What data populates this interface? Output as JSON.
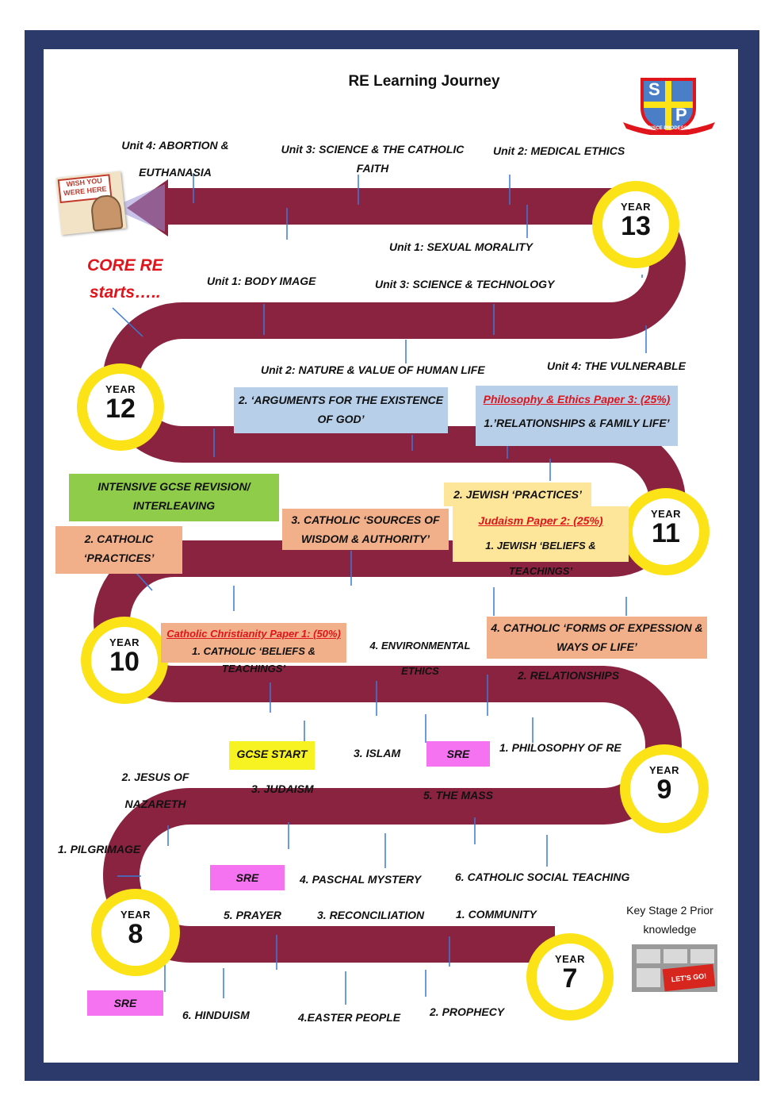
{
  "title": "RE Learning Journey",
  "core_re": [
    "CORE RE",
    "starts….."
  ],
  "years": [
    "YEAR",
    "13",
    "12",
    "11",
    "10",
    "9",
    "8",
    "7"
  ],
  "year13": {
    "unit4": [
      "Unit 4: ABORTION &",
      "EUTHANASIA"
    ],
    "unit3": [
      "Unit 3: SCIENCE & THE CATHOLIC",
      "FAITH"
    ],
    "unit2": "Unit 2: MEDICAL ETHICS",
    "unit1": "Unit 1: SEXUAL MORALITY"
  },
  "year12": {
    "unit1": "Unit 1:  BODY IMAGE",
    "unit3": "Unit 3: SCIENCE & TECHNOLOGY",
    "unit2": "Unit 2: NATURE & VALUE OF HUMAN LIFE",
    "unit4": "Unit 4: THE VULNERABLE"
  },
  "year11": {
    "arguments": [
      "2. ‘ARGUMENTS FOR THE EXISTENCE",
      "OF GOD’"
    ],
    "pe_paper": "Philosophy & Ethics Paper 3: (25%)",
    "relationships_family": "1.’RELATIONSHIPS & FAMILY LIFE’",
    "revision": [
      "INTENSIVE GCSE REVISION/",
      "INTERLEAVING"
    ],
    "jewish_practices": "2. JEWISH ‘PRACTICES’",
    "judaism_paper": "Judaism Paper 2: (25%)",
    "jewish_beliefs": "1. JEWISH ‘BELIEFS & TEACHINGS’",
    "sources": [
      "3. CATHOLIC ‘SOURCES OF",
      "WISDOM & AUTHORITY’"
    ],
    "catholic_practices": [
      "2. CATHOLIC",
      "‘PRACTICES’"
    ]
  },
  "year10": {
    "cc_paper": "Catholic Christianity Paper 1: (50%)",
    "catholic_beliefs": "1. CATHOLIC ‘BELIEFS & TEACHINGS’",
    "environmental": [
      "4. ENVIRONMENTAL",
      "ETHICS"
    ],
    "forms": [
      "4. CATHOLIC ‘FORMS OF EXPESSION &",
      "WAYS OF LIFE’"
    ],
    "relationships": "2. RELATIONSHIPS"
  },
  "year9": {
    "gcse_start": "GCSE START",
    "islam": "3. ISLAM",
    "sre": "SRE",
    "philosophy": "1. PHILOSOPHY OF RE",
    "jesus": [
      "2. JESUS OF",
      "NAZARETH"
    ],
    "judaism": "3. JUDAISM",
    "mass": "5. THE MASS"
  },
  "year8": {
    "pilgrimage": "1. PILGRIMAGE",
    "sre": "SRE",
    "paschal": "4. PASCHAL MYSTERY",
    "social": "6. CATHOLIC  SOCIAL TEACHING",
    "prayer": "5. PRAYER",
    "reconciliation": "3. RECONCILIATION",
    "community": "1. COMMUNITY"
  },
  "year7": {
    "sre": "SRE",
    "hinduism": "6. HINDUISM",
    "easter": "4.EASTER PEOPLE",
    "prophecy": "2. PROPHECY",
    "ks2": [
      "Key Stage 2 Prior",
      "knowledge"
    ]
  },
  "postcard": [
    "WISH YOU",
    "WERE HERE"
  ],
  "keyboard_key": "LET'S GO!",
  "logo": {
    "letters": [
      "S",
      "P"
    ],
    "motto": "DISCE PRODESSE"
  },
  "colors": {
    "road": "#8a2340",
    "frame": "#2b3a6b",
    "badge_ring": "#fbe318",
    "red_text": "#e0141b",
    "blue_box": "#b7cfe9",
    "green_box": "#8fcc4a",
    "peach_box": "#f2b08a",
    "light_yellow_box": "#fde59a",
    "yellow_box": "#f7f322",
    "magenta_box": "#f572f0",
    "tick": "#3a7bd5"
  }
}
